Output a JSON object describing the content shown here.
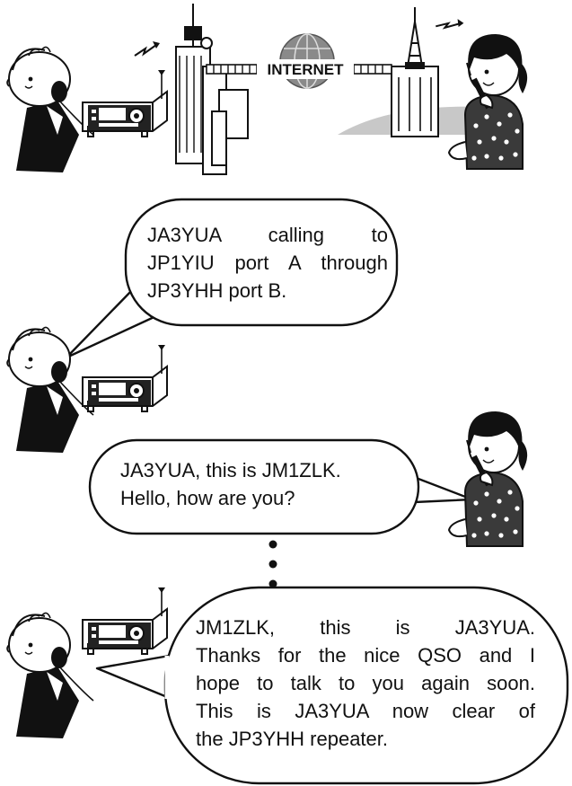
{
  "network": {
    "internet_label": "INTERNET"
  },
  "bubbles": {
    "call": {
      "lines": [
        "JA3YUA calling to",
        "JP1YIU port A through",
        "JP3YHH port B."
      ]
    },
    "reply": {
      "lines": [
        "JA3YUA, this is JM1ZLK.",
        "Hello, how are you?"
      ]
    },
    "closing": {
      "lines": [
        "JM1ZLK, this is JA3YUA.",
        "Thanks for the nice QSO and I",
        "hope to talk to you again soon.",
        "This is JA3YUA now clear of",
        "the JP3YHH repeater."
      ]
    }
  },
  "colors": {
    "ink": "#111111",
    "globe": "#8a8a8a",
    "ground": "#c8c8c8",
    "dress": "#3a3a3a"
  }
}
